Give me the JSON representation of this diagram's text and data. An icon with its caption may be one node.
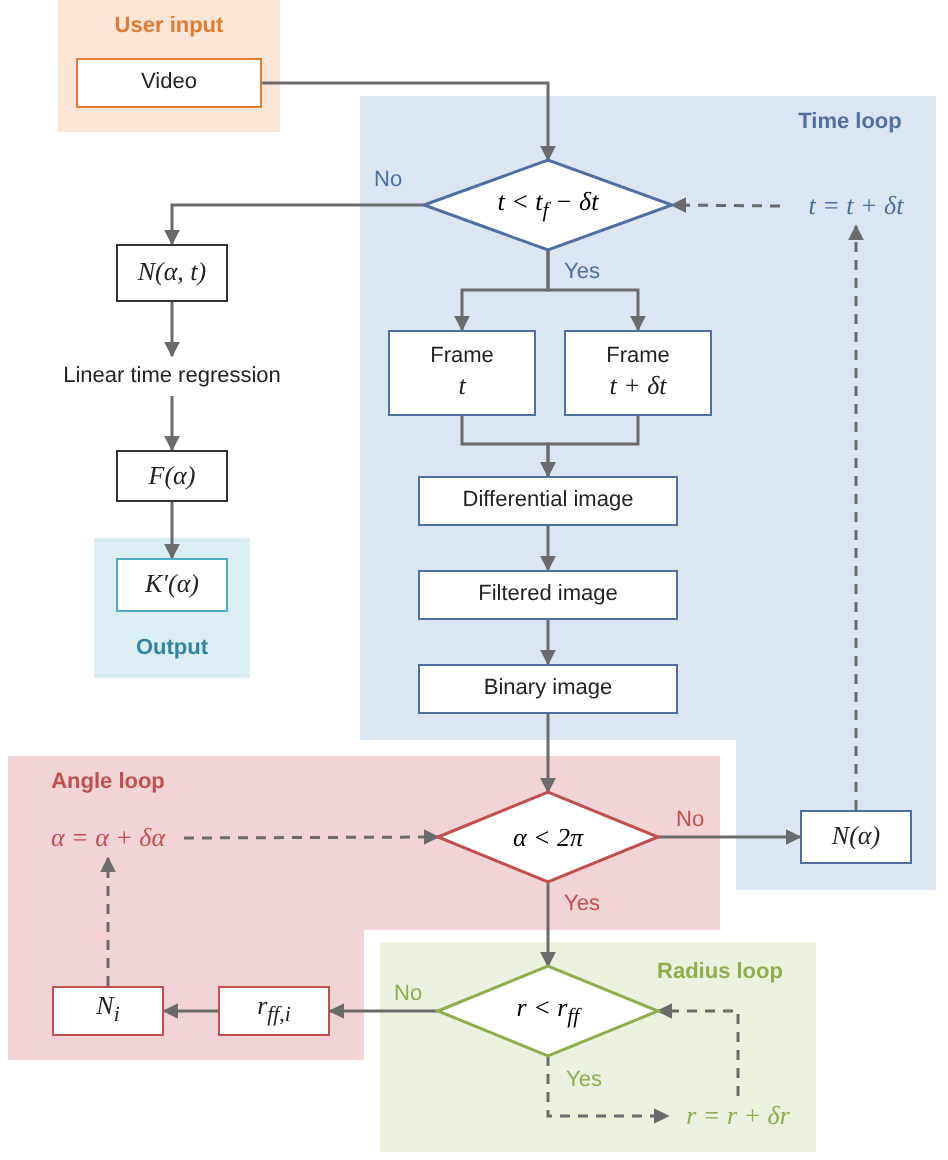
{
  "diagram": {
    "nodes": [
      {
        "text": [
          "User input"
        ]
      },
      {
        "text": [
          "Video"
        ],
        "in": 0
      },
      {
        "text": [
          "Time loop"
        ]
      },
      {
        "text": [
          "t < t$_{f}$ − δt"
        ],
        "in": 2
      },
      {
        "text": [
          "t = t + δt"
        ],
        "in": 2
      },
      {
        "text": [
          "Frame",
          "t"
        ],
        "in": 2
      },
      {
        "text": [
          "Frame",
          "t + δt"
        ],
        "in": 2
      },
      {
        "text": [
          "Differential image"
        ],
        "in": 2
      },
      {
        "text": [
          "Filtered image"
        ],
        "in": 2
      },
      {
        "text": [
          "Binary image"
        ],
        "in": 2
      },
      {
        "text": [
          "N(α)"
        ],
        "in": 2
      },
      {
        "text": [
          "N(α, t)"
        ]
      },
      {
        "text": [
          "Linear time regression"
        ]
      },
      {
        "text": [
          "F(α)"
        ]
      },
      {
        "text": [
          "Output"
        ]
      },
      {
        "text": [
          "K′(α)"
        ],
        "in": 14
      },
      {
        "text": [
          "Angle loop"
        ]
      },
      {
        "text": [
          "α = α + δα"
        ],
        "in": 16
      },
      {
        "text": [
          "α < 2π"
        ],
        "in": 16
      },
      {
        "text": [
          "N$_{i}$"
        ],
        "in": 16
      },
      {
        "text": [
          "r$_{ff,i}$"
        ],
        "in": 16
      },
      {
        "text": [
          "Radius loop"
        ]
      },
      {
        "text": [
          "r < r$_{ff}$"
        ],
        "in": 21
      },
      {
        "text": [
          "r = r + δr"
        ],
        "in": 21
      }
    ],
    "edges": [
      {
        "from": 1,
        "to": 3,
        "arrow": "to"
      },
      {
        "from": 3,
        "to": 11,
        "arrow": "to",
        "label": "No"
      },
      {
        "from": 3,
        "to": 5,
        "arrow": "to",
        "label": "Yes"
      },
      {
        "from": 3,
        "to": 6,
        "arrow": "to"
      },
      {
        "from": 5,
        "to": 7,
        "arrow": "to"
      },
      {
        "from": 6,
        "to": 7,
        "arrow": "to"
      },
      {
        "from": 7,
        "to": 8,
        "arrow": "to"
      },
      {
        "from": 8,
        "to": 9,
        "arrow": "to"
      },
      {
        "from": 9,
        "to": 18,
        "arrow": "to"
      },
      {
        "from": 18,
        "to": 10,
        "arrow": "to",
        "label": "No"
      },
      {
        "from": 10,
        "to": 4,
        "arrow": "to",
        "style": "dashed"
      },
      {
        "from": 4,
        "to": 3,
        "arrow": "to",
        "style": "dashed"
      },
      {
        "from": 18,
        "to": 22,
        "arrow": "to",
        "label": "Yes"
      },
      {
        "from": 22,
        "to": 20,
        "arrow": "to",
        "label": "No"
      },
      {
        "from": 20,
        "to": 19,
        "arrow": "to"
      },
      {
        "from": 19,
        "to": 17,
        "arrow": "to",
        "style": "dashed"
      },
      {
        "from": 17,
        "to": 18,
        "arrow": "to",
        "style": "dashed"
      },
      {
        "from": 22,
        "to": 23,
        "arrow": "to",
        "style": "dashed",
        "label": "Yes"
      },
      {
        "from": 23,
        "to": 22,
        "arrow": "to",
        "style": "dashed"
      },
      {
        "from": 11,
        "to": 12,
        "arrow": "to"
      },
      {
        "from": 12,
        "to": 13,
        "arrow": "to"
      },
      {
        "from": 13,
        "to": 15,
        "arrow": "to"
      }
    ]
  }
}
